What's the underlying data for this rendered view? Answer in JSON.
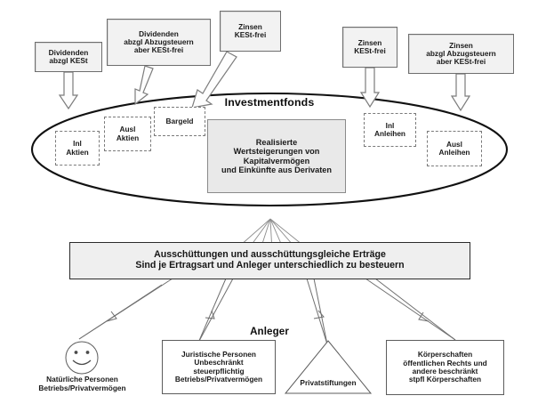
{
  "diagram": {
    "title": "Investmentfonds",
    "investors_title": "Anleger",
    "accent_dark": "#1a1a1a",
    "accent_fill": "#f2f2f2",
    "banner_fill": "#efefef",
    "center_fill": "#e9e9e9"
  },
  "income_sources": [
    {
      "id": "dividenden-kest",
      "line1": "Dividenden",
      "line2": "abzgl KESt",
      "line3": "",
      "arrow": "down-block-arrow"
    },
    {
      "id": "dividenden-abzugsteuern",
      "line1": "Dividenden",
      "line2": "abzgl Abzugsteuern",
      "line3": "aber KESt-frei",
      "arrow": "diagonal-block-arrow"
    },
    {
      "id": "zinsen-kest-frei-left",
      "line1": "Zinsen",
      "line2": "KESt-frei",
      "line3": "",
      "arrow": "diagonal-block-arrow"
    },
    {
      "id": "zinsen-kest-frei-right",
      "line1": "Zinsen",
      "line2": "KESt-frei",
      "line3": "",
      "arrow": "down-block-arrow"
    },
    {
      "id": "zinsen-abzugsteuern",
      "line1": "Zinsen",
      "line2": "abzgl Abzugsteuern",
      "line3": "aber KESt-frei",
      "arrow": "down-block-arrow"
    }
  ],
  "fund_assets": [
    {
      "id": "inl-aktien",
      "line1": "Inl",
      "line2": "Aktien"
    },
    {
      "id": "ausl-aktien",
      "line1": "Ausl",
      "line2": "Aktien"
    },
    {
      "id": "bargeld",
      "line1": "Bargeld",
      "line2": ""
    },
    {
      "id": "inl-anleihen",
      "line1": "Inl",
      "line2": "Anleihen"
    },
    {
      "id": "ausl-anleihen",
      "line1": "Ausl",
      "line2": "Anleihen"
    }
  ],
  "fund_center_box": {
    "line1": "Realisierte",
    "line2": "Wertsteigerungen von",
    "line3": "Kapitalvermögen",
    "line4": "und Einkünfte aus Derivaten"
  },
  "distribution_banner": {
    "line1": "Ausschüttungen und ausschüttungsgleiche  Erträge",
    "line2": "Sind je Ertragsart und Anleger  unterschiedlich  zu besteuern"
  },
  "investors": [
    {
      "id": "natuerliche-personen",
      "shape": "smiley-circle",
      "caption_line1": "Natürliche Personen",
      "caption_line2": "Betriebs/Privatvermögen"
    },
    {
      "id": "juristische-personen",
      "shape": "rectangle",
      "line1": "Juristische Personen",
      "line2": "Unbeschränkt",
      "line3": "steuerpflichtig",
      "line4": "Betriebs/Privatvermögen"
    },
    {
      "id": "privatstiftungen",
      "shape": "triangle",
      "label": "Privatstiftungen"
    },
    {
      "id": "koerperschaften",
      "shape": "rectangle",
      "line1": "Körperschaften",
      "line2": "öffentlichen Rechts und",
      "line3": "andere beschränkt",
      "line4": "stpfl Körperschaften"
    }
  ]
}
